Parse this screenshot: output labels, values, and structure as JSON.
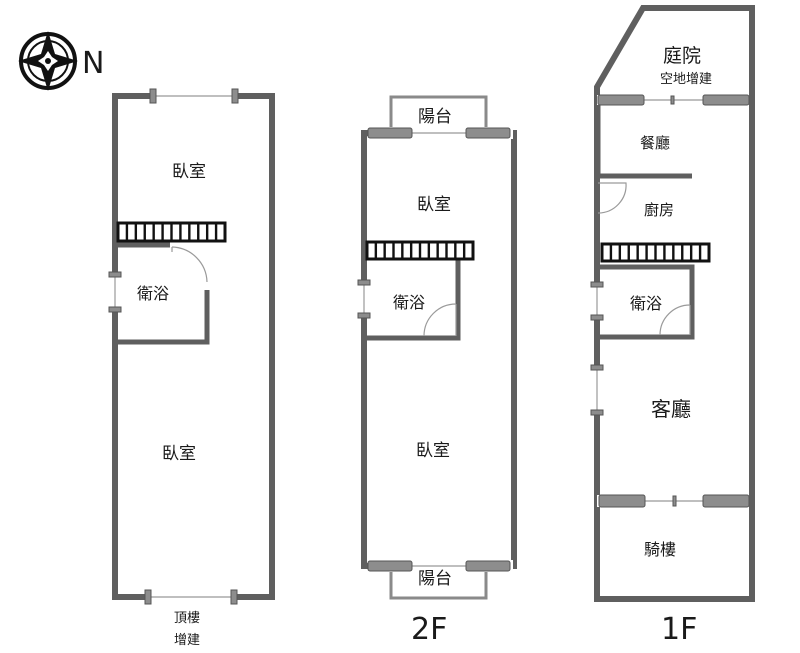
{
  "compass": {
    "north_label": "N",
    "icon": "compass-rose-icon"
  },
  "plans": {
    "roof": {
      "caption_line1": "頂樓",
      "caption_line2": "增建",
      "rooms": {
        "bedroom_top": "臥室",
        "bathroom": "衛浴",
        "bedroom_bottom": "臥室"
      }
    },
    "second_floor": {
      "caption": "2F",
      "rooms": {
        "balcony_top": "陽台",
        "bedroom_top": "臥室",
        "bathroom": "衛浴",
        "bedroom_bottom": "臥室",
        "balcony_bottom": "陽台"
      }
    },
    "first_floor": {
      "caption": "1F",
      "rooms": {
        "courtyard": "庭院",
        "courtyard_note": "空地增建",
        "dining": "餐廳",
        "kitchen": "廚房",
        "bathroom": "衛浴",
        "living": "客廳",
        "arcade": "騎樓"
      }
    }
  }
}
